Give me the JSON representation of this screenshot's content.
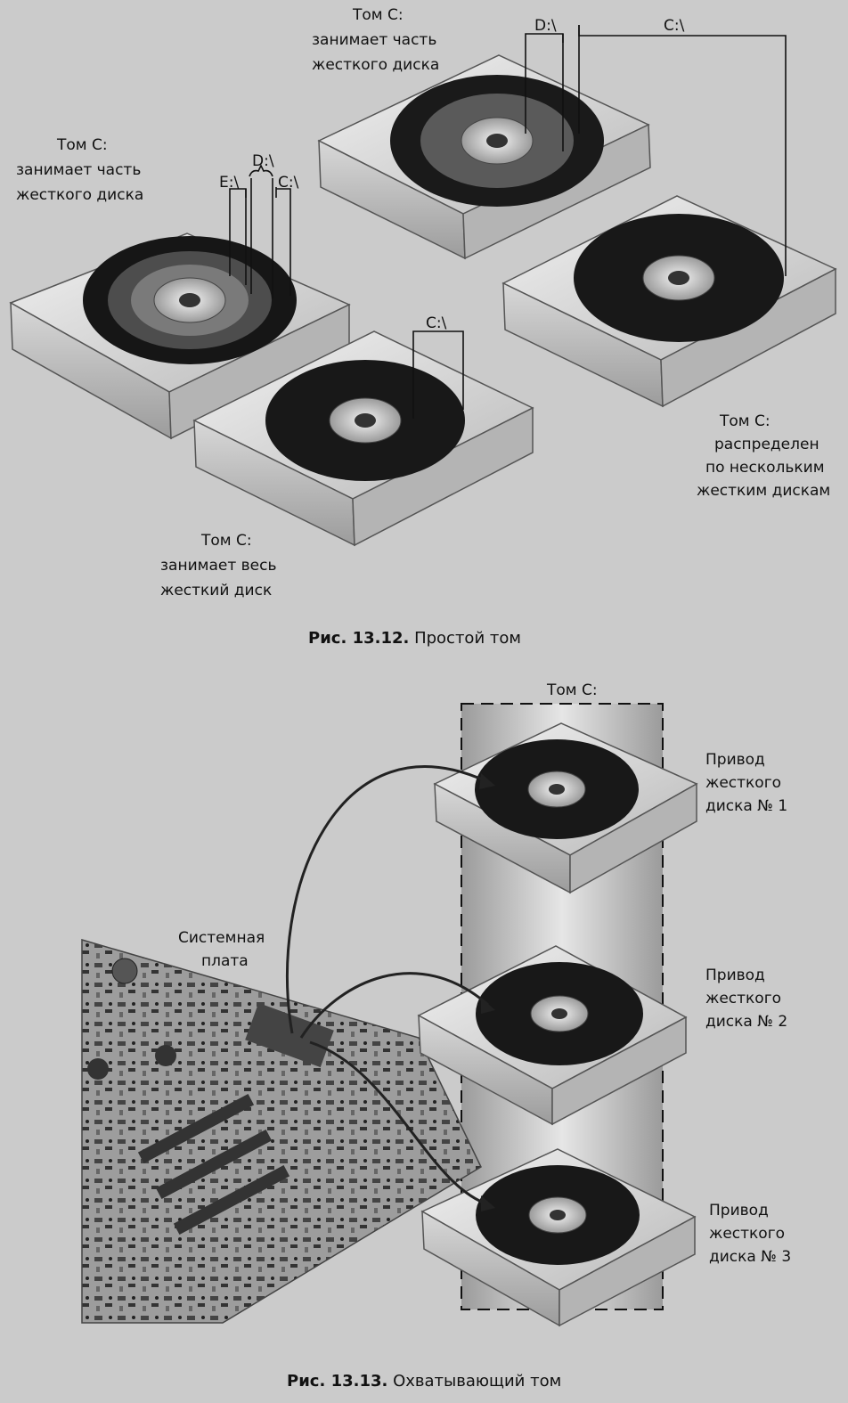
{
  "figure1": {
    "caption_num": "Рис. 13.12.",
    "caption_text": " Простой том",
    "label_left": [
      "Том С:",
      "занимает часть",
      "жесткого диска"
    ],
    "label_top": [
      "Том С:",
      "занимает часть",
      "жесткого диска"
    ],
    "label_bottom": [
      "Том С:",
      "занимает весь",
      "жесткий диск"
    ],
    "label_right": [
      "Том С:",
      "распределен",
      "по нескольким",
      "жестким дискам"
    ],
    "drive_left_parts": [
      "E:\\",
      "D:\\",
      "C:\\"
    ],
    "drive_top_parts": [
      "D:\\",
      "C:\\"
    ],
    "drive_bottom_part": "C:\\"
  },
  "figure2": {
    "caption_num": "Рис. 13.13.",
    "caption_text": " Охватывающий том",
    "volume_label": "Том С:",
    "motherboard_label": [
      "Системная",
      "плата"
    ],
    "drives": [
      [
        "Привод",
        "жесткого",
        "диска № 1"
      ],
      [
        "Привод",
        "жесткого",
        "диска № 2"
      ],
      [
        "Привод",
        "жесткого",
        "диска № 3"
      ]
    ]
  }
}
